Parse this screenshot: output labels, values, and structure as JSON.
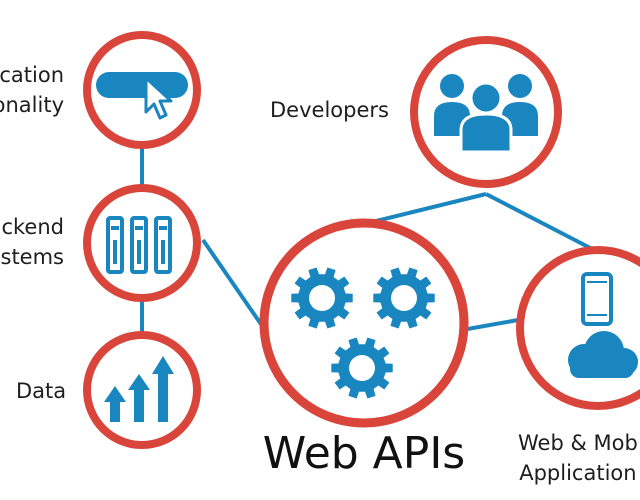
{
  "colors": {
    "ring": "#d9453a",
    "accent": "#1a86c0",
    "line": "#1a86c0",
    "text": "#1e1e1e"
  },
  "nodes": {
    "application": {
      "line1": "cation",
      "line2": "onality",
      "icon": "cursor-click-icon"
    },
    "backend": {
      "line1": "ckend",
      "line2": "ystems",
      "icon": "server-rack-icon"
    },
    "data": {
      "label": "Data",
      "icon": "growth-arrows-icon"
    },
    "developers": {
      "label": "Developers",
      "icon": "users-group-icon"
    },
    "web_apis": {
      "label": "Web APIs",
      "icon": "gears-icon"
    },
    "web_mobile": {
      "line1": "Web & Mob",
      "line2": "Application",
      "icons": [
        "smartphone-icon",
        "cloud-icon"
      ]
    }
  }
}
